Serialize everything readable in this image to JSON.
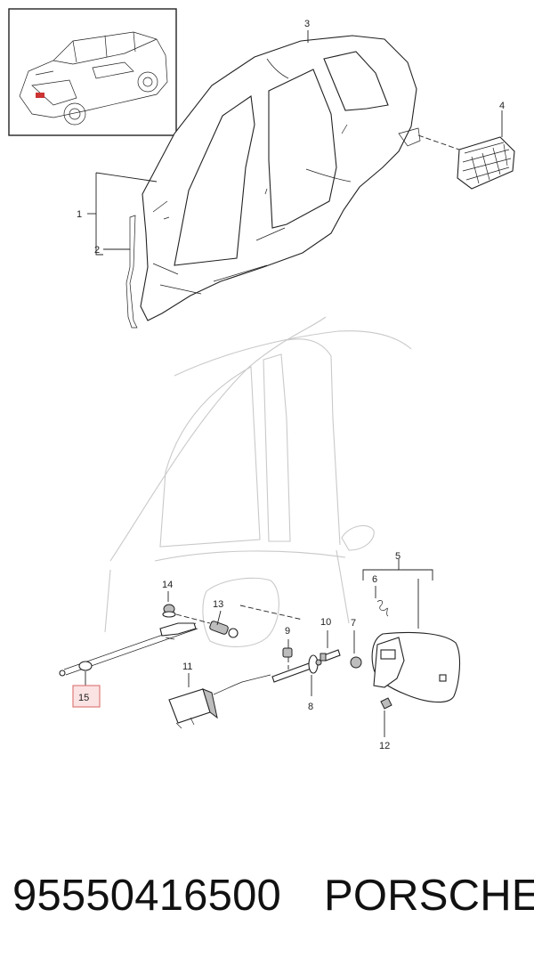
{
  "callouts": {
    "c1": "1",
    "c2": "2",
    "c3": "3",
    "c4": "4",
    "c5": "5",
    "c6": "6",
    "c7": "7",
    "c8": "8",
    "c9": "9",
    "c10": "10",
    "c11": "11",
    "c12": "12",
    "c13": "13",
    "c14": "14",
    "c15": "15"
  },
  "highlighted_callout": "15",
  "colors": {
    "highlight_border": "#e07a7a",
    "highlight_fill": "#fbe3e3",
    "line": "#222222",
    "ghost": "#c9c9c9"
  },
  "footer": {
    "part_number": "95550416500",
    "brand": "PORSCHE"
  }
}
